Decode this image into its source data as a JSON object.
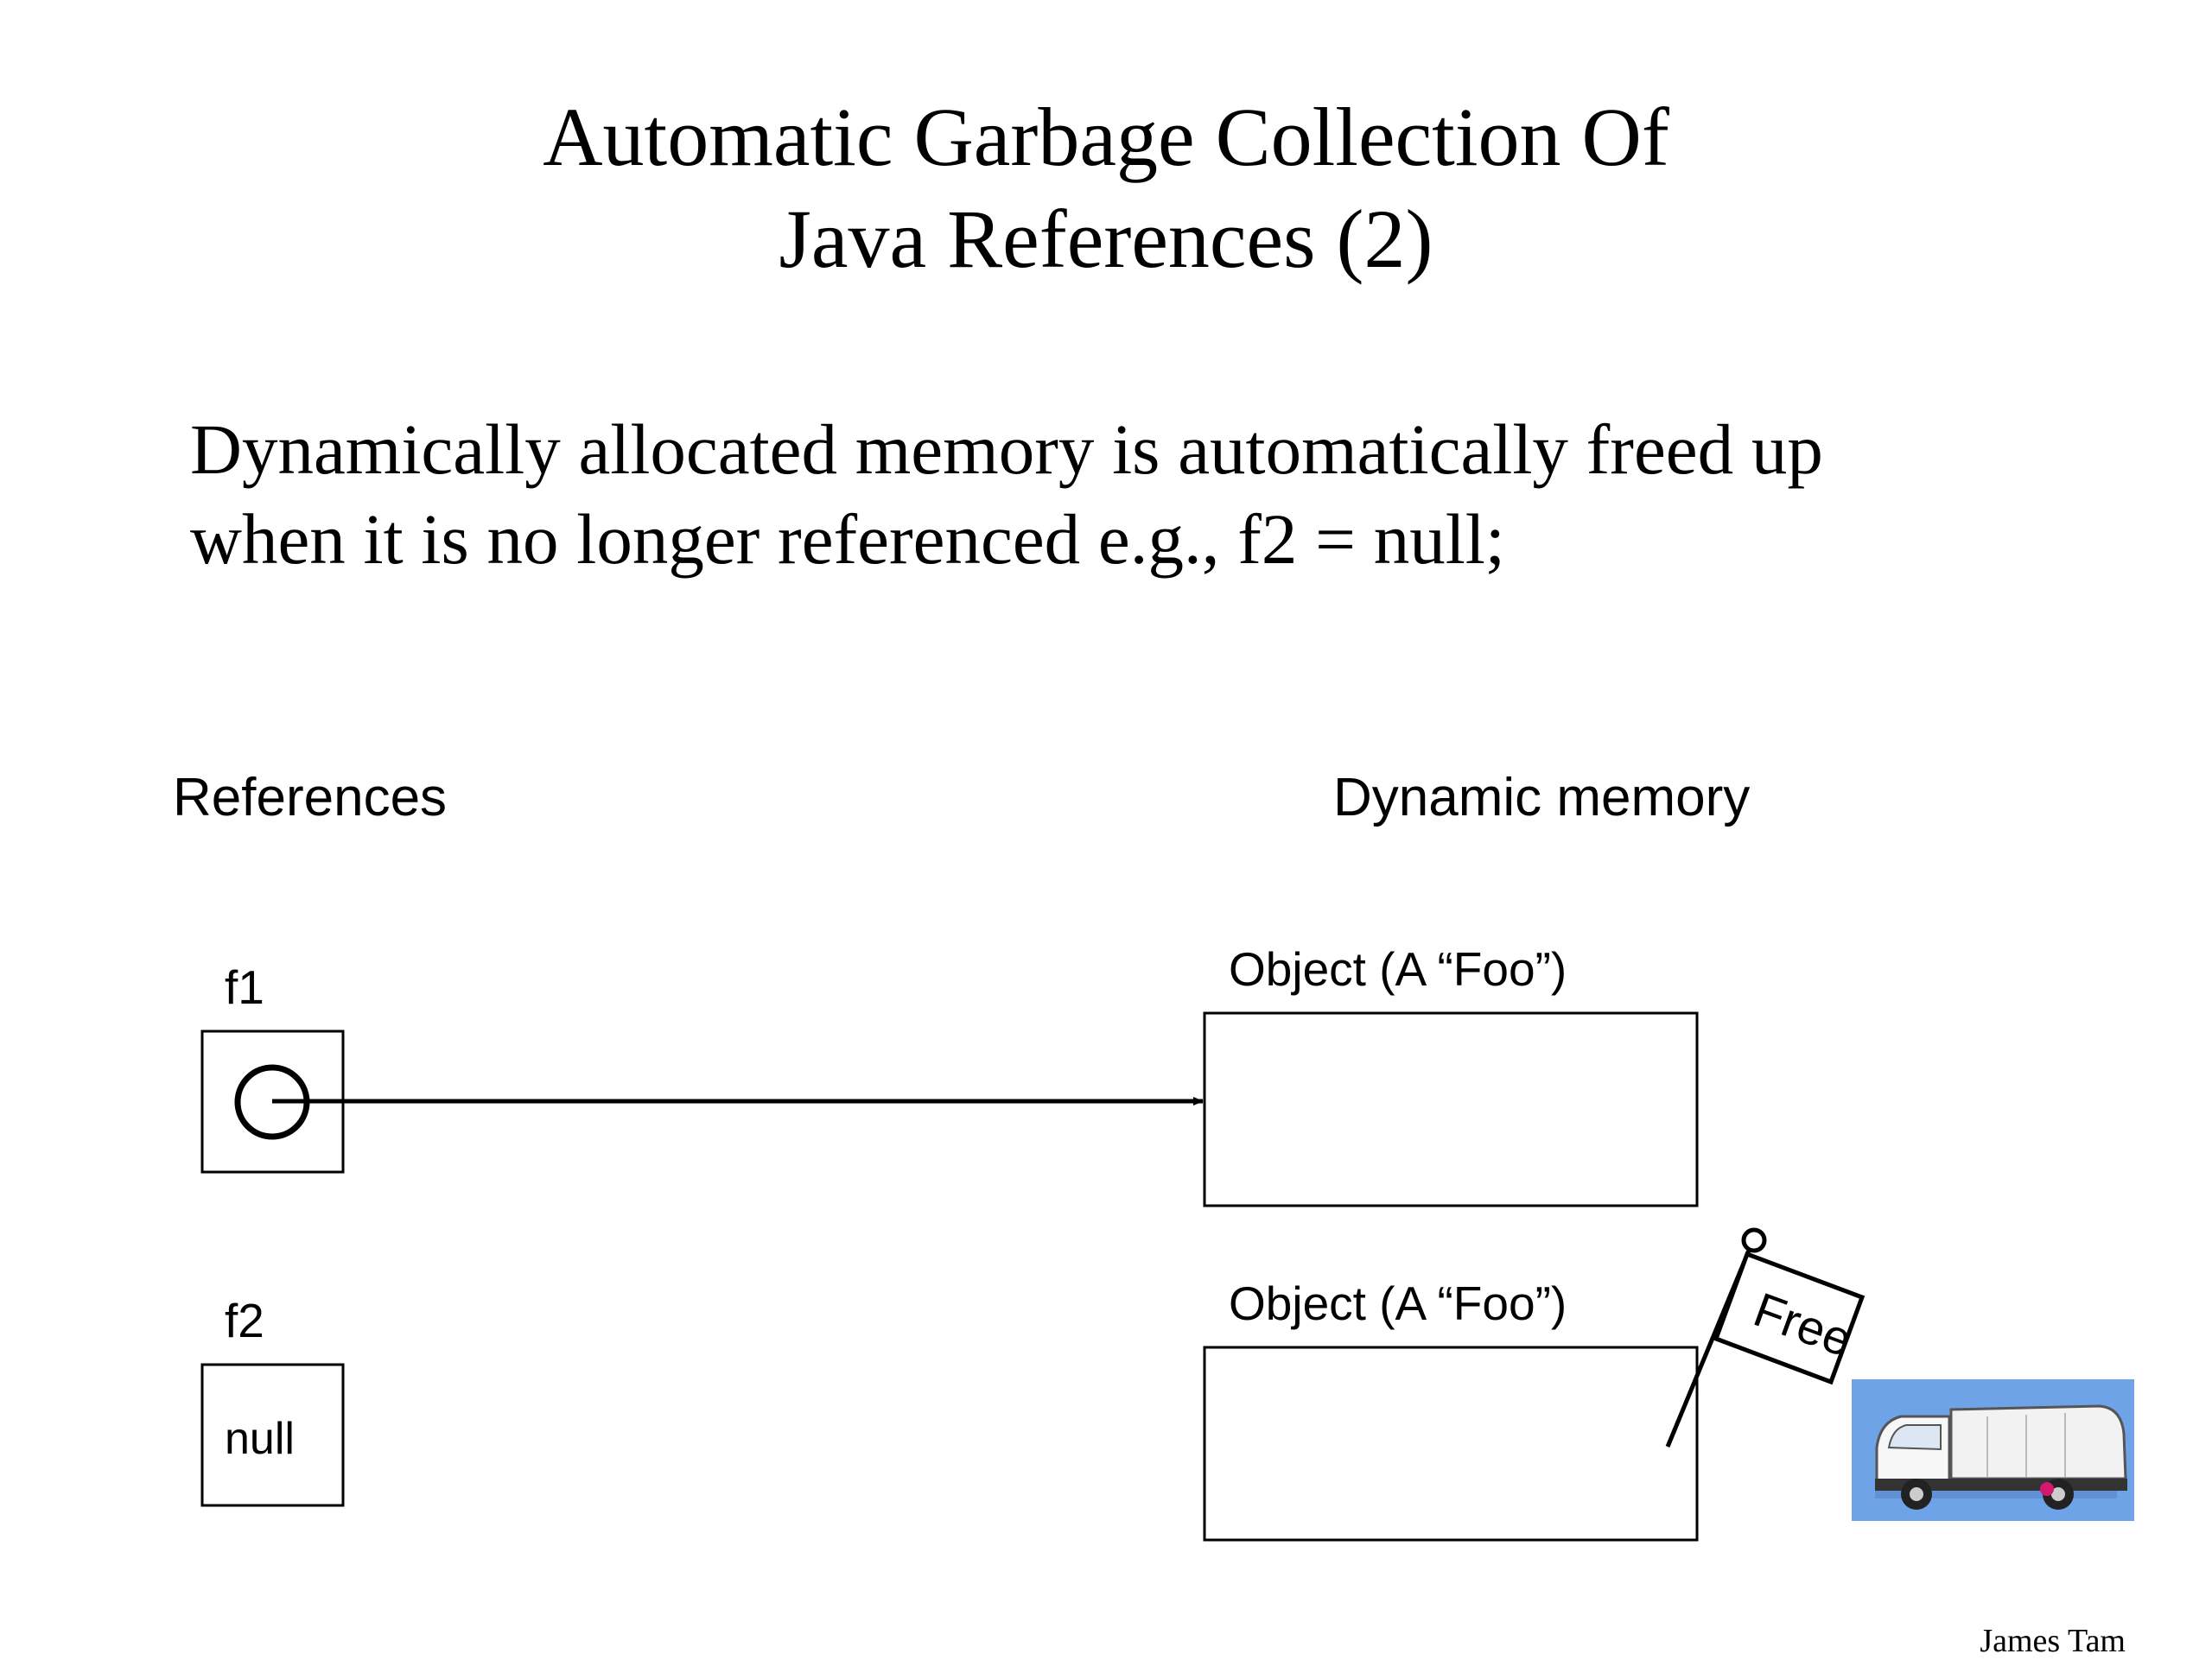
{
  "slide": {
    "title_line1": "Automatic Garbage Collection Of",
    "title_line2": "Java References (2)",
    "body_line1": "Dynamically allocated memory is automatically freed up",
    "body_line2": "when it is no longer referenced e.g., f2 = null;",
    "footer": "James Tam"
  },
  "diagram": {
    "references_heading": "References",
    "dynamic_memory_heading": "Dynamic memory",
    "f1_label": "f1",
    "f2_label": "f2",
    "f2_value": "null",
    "object1_label": "Object (A “Foo”)",
    "object2_label": "Object (A “Foo”)",
    "flag_text": "Free"
  },
  "colors": {
    "truck_background": "#6fa3e8",
    "text": "#000000",
    "truck_light": "#d4186f"
  },
  "icons": {
    "flag": "free-flag-icon",
    "truck": "garbage-truck-icon"
  }
}
